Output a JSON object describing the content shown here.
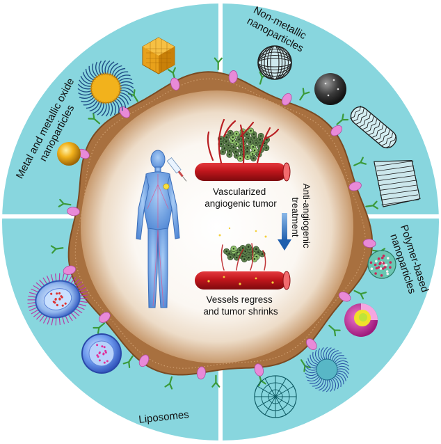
{
  "quadrants": {
    "top_left": {
      "lines": [
        "Metal and metallic oxide",
        "nanoparticles"
      ]
    },
    "top_right": {
      "lines": [
        "Non-metallic",
        "nanoparticles"
      ]
    },
    "bottom_right": {
      "lines": [
        "Polymer-based",
        "nanoparticles"
      ]
    },
    "bottom_left": {
      "lines": [
        "Liposomes"
      ]
    }
  },
  "center": {
    "top_caption": [
      "Vascularized",
      "angiogenic tumor"
    ],
    "bottom_caption": [
      "Vessels regress",
      "and tumor shrinks"
    ],
    "arrow_caption": [
      "Anti-angiogenic",
      "treatment"
    ]
  },
  "colors": {
    "panel": "#88d6de",
    "membrane": "#b07a4a",
    "vessel": "#c0161c",
    "arrow": "#2f72b5",
    "body": "#6ea7e8",
    "tumor": "#6b8f5a"
  },
  "icons": [
    "gold-nanoshell-icon",
    "polyhedral-nanoparticle-icon",
    "gold-sphere-icon",
    "fullerene-icon",
    "carbon-sphere-icon",
    "carbon-nanotube-icon",
    "graphene-sheet-icon",
    "polymer-micelle-icon",
    "core-shell-nanoparticle-icon",
    "dendrimer-icon",
    "mesh-nanoparticle-icon",
    "liposome-icon",
    "vesicle-icon",
    "human-body-icon",
    "blood-vessel-icon",
    "tumor-icon"
  ]
}
